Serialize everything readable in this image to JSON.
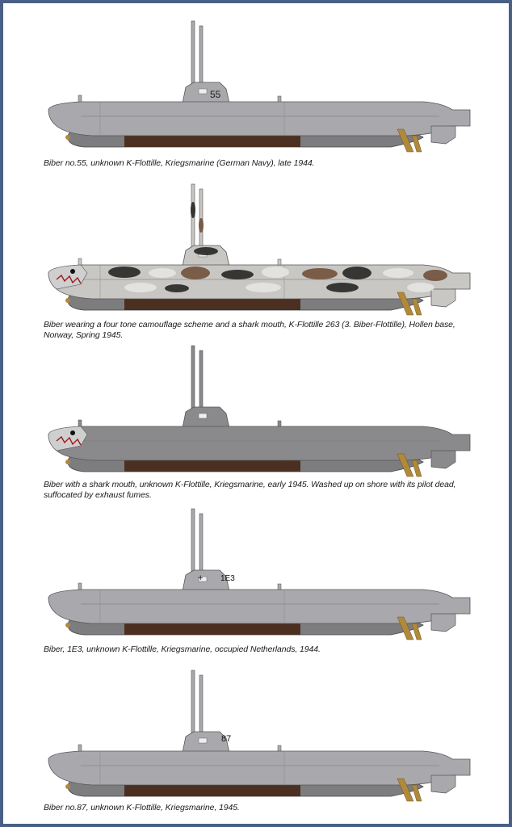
{
  "colors": {
    "frame": "#4a5f86",
    "hull_grey": "#a9a9ad",
    "hull_dark_grey": "#8a8a8d",
    "torpedo_grey": "#7d7d80",
    "torpedo_brown": "#4b2f20",
    "propeller_brass": "#b08a3a",
    "camo_brown": "#6b4a33",
    "camo_black": "#1c1c1c",
    "camo_white": "#e6e6e6"
  },
  "profiles": [
    {
      "hull_number": "55",
      "caption": "Biber no.55, unknown K-Flottille, Kriegsmarine (German Navy), late 1944."
    },
    {
      "hull_number": "",
      "caption": "Biber wearing a four tone camouflage scheme and a shark mouth, K-Flottille 263 (3. Biber-Flottille), Hollen base, Norway, Spring 1945."
    },
    {
      "hull_number": "",
      "caption": "Biber with a shark mouth, unknown K-Flottille, Kriegsmarine, early 1945. Washed up on shore with its pilot dead, suffocated by exhaust fumes."
    },
    {
      "hull_number": "1E3",
      "caption": "Biber, 1E3, unknown K-Flottille, Kriegsmarine, occupied Netherlands, 1944."
    },
    {
      "hull_number": "87",
      "caption": "Biber no.87, unknown K-Flottille, Kriegsmarine, 1945."
    }
  ]
}
